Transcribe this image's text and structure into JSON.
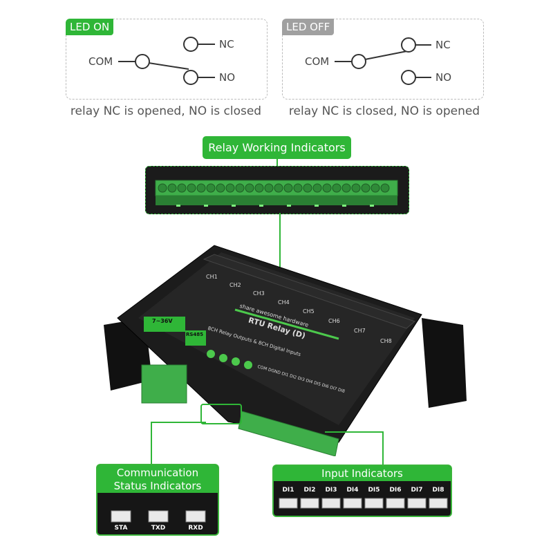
{
  "led_on": {
    "tag": "LED ON",
    "tag_color": "#2fb637",
    "com": "COM",
    "nc": "NC",
    "no": "NO",
    "caption": "relay NC is opened, NO is closed"
  },
  "led_off": {
    "tag": "LED OFF",
    "tag_color": "#a0a0a0",
    "com": "COM",
    "nc": "NC",
    "no": "NO",
    "caption": "relay NC is closed, NO is opened"
  },
  "callouts": {
    "relay_working": "Relay Working Indicators",
    "comm_status_line1": "Communication",
    "comm_status_line2": "Status Indicators",
    "input_indicators": "Input Indicators"
  },
  "comm_leds": [
    "STA",
    "TXD",
    "RXD"
  ],
  "input_leds": [
    "DI1",
    "DI2",
    "DI3",
    "DI4",
    "DI5",
    "DI6",
    "DI7",
    "DI8"
  ],
  "device": {
    "channels": [
      "CH1",
      "CH2",
      "CH3",
      "CH4",
      "CH5",
      "CH6",
      "CH7",
      "CH8"
    ],
    "brand_line": "share awesome hardware",
    "model": "RTU Relay (D)",
    "subtitle": "8CH Relay Outputs & 8CH Digital Inputs",
    "power": "7~36V",
    "bus": "RS485",
    "di_header": "COM DGND DI1 DI2 DI3 DI4 DI5 DI6 DI7 DI8"
  },
  "colors": {
    "accent_green": "#2fb637",
    "terminal_green": "#3fae4a",
    "enclosure": "#1c1c1c"
  }
}
